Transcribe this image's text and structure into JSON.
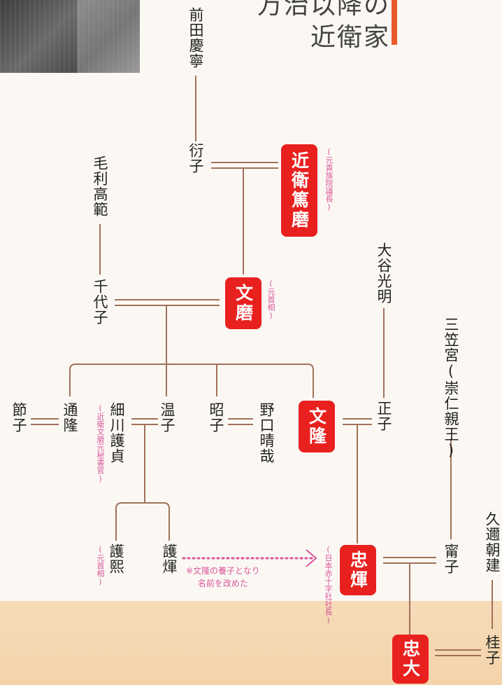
{
  "title": {
    "line1": "万治以降の",
    "line2": "近衛家"
  },
  "colors": {
    "accent": "#e8211f",
    "note": "#d9569a",
    "line": "#a0715a",
    "title_bar": "#ea5a2a"
  },
  "people": {
    "maeda": "前田慶寧",
    "yasuko": "衍子",
    "fumimaro_father": "近衛篤磨",
    "mori": "毛利高範",
    "chiyoko": "千代子",
    "fumimaro": "文磨",
    "otani": "大谷光明",
    "mikasa": "三笠宮(崇仁親王)",
    "setsuko": "節子",
    "michitaka": "通隆",
    "hosokawa": "細川護貞",
    "onko": "温子",
    "akiko": "昭子",
    "noguchi": "野口晴哉",
    "fumitaka": "文隆",
    "masako": "正子",
    "morihiro": "護熙",
    "moriteru": "護煇",
    "tadateru": "忠煇",
    "yasuko2": "甯子",
    "kuze": "久邇朝建",
    "tadahiro": "忠大",
    "keiko": "桂子"
  },
  "notes": {
    "atsumaro": "(元貴族院議長)",
    "fumimaro": "(元首相)",
    "hosokawa": "(近衛文磨元秘書官)",
    "morihiro": "(元首相)",
    "tadateru": "(日本赤十字社社長)",
    "adoption_line1": "※文隆の養子となり",
    "adoption_line2": "名前を改めた"
  }
}
